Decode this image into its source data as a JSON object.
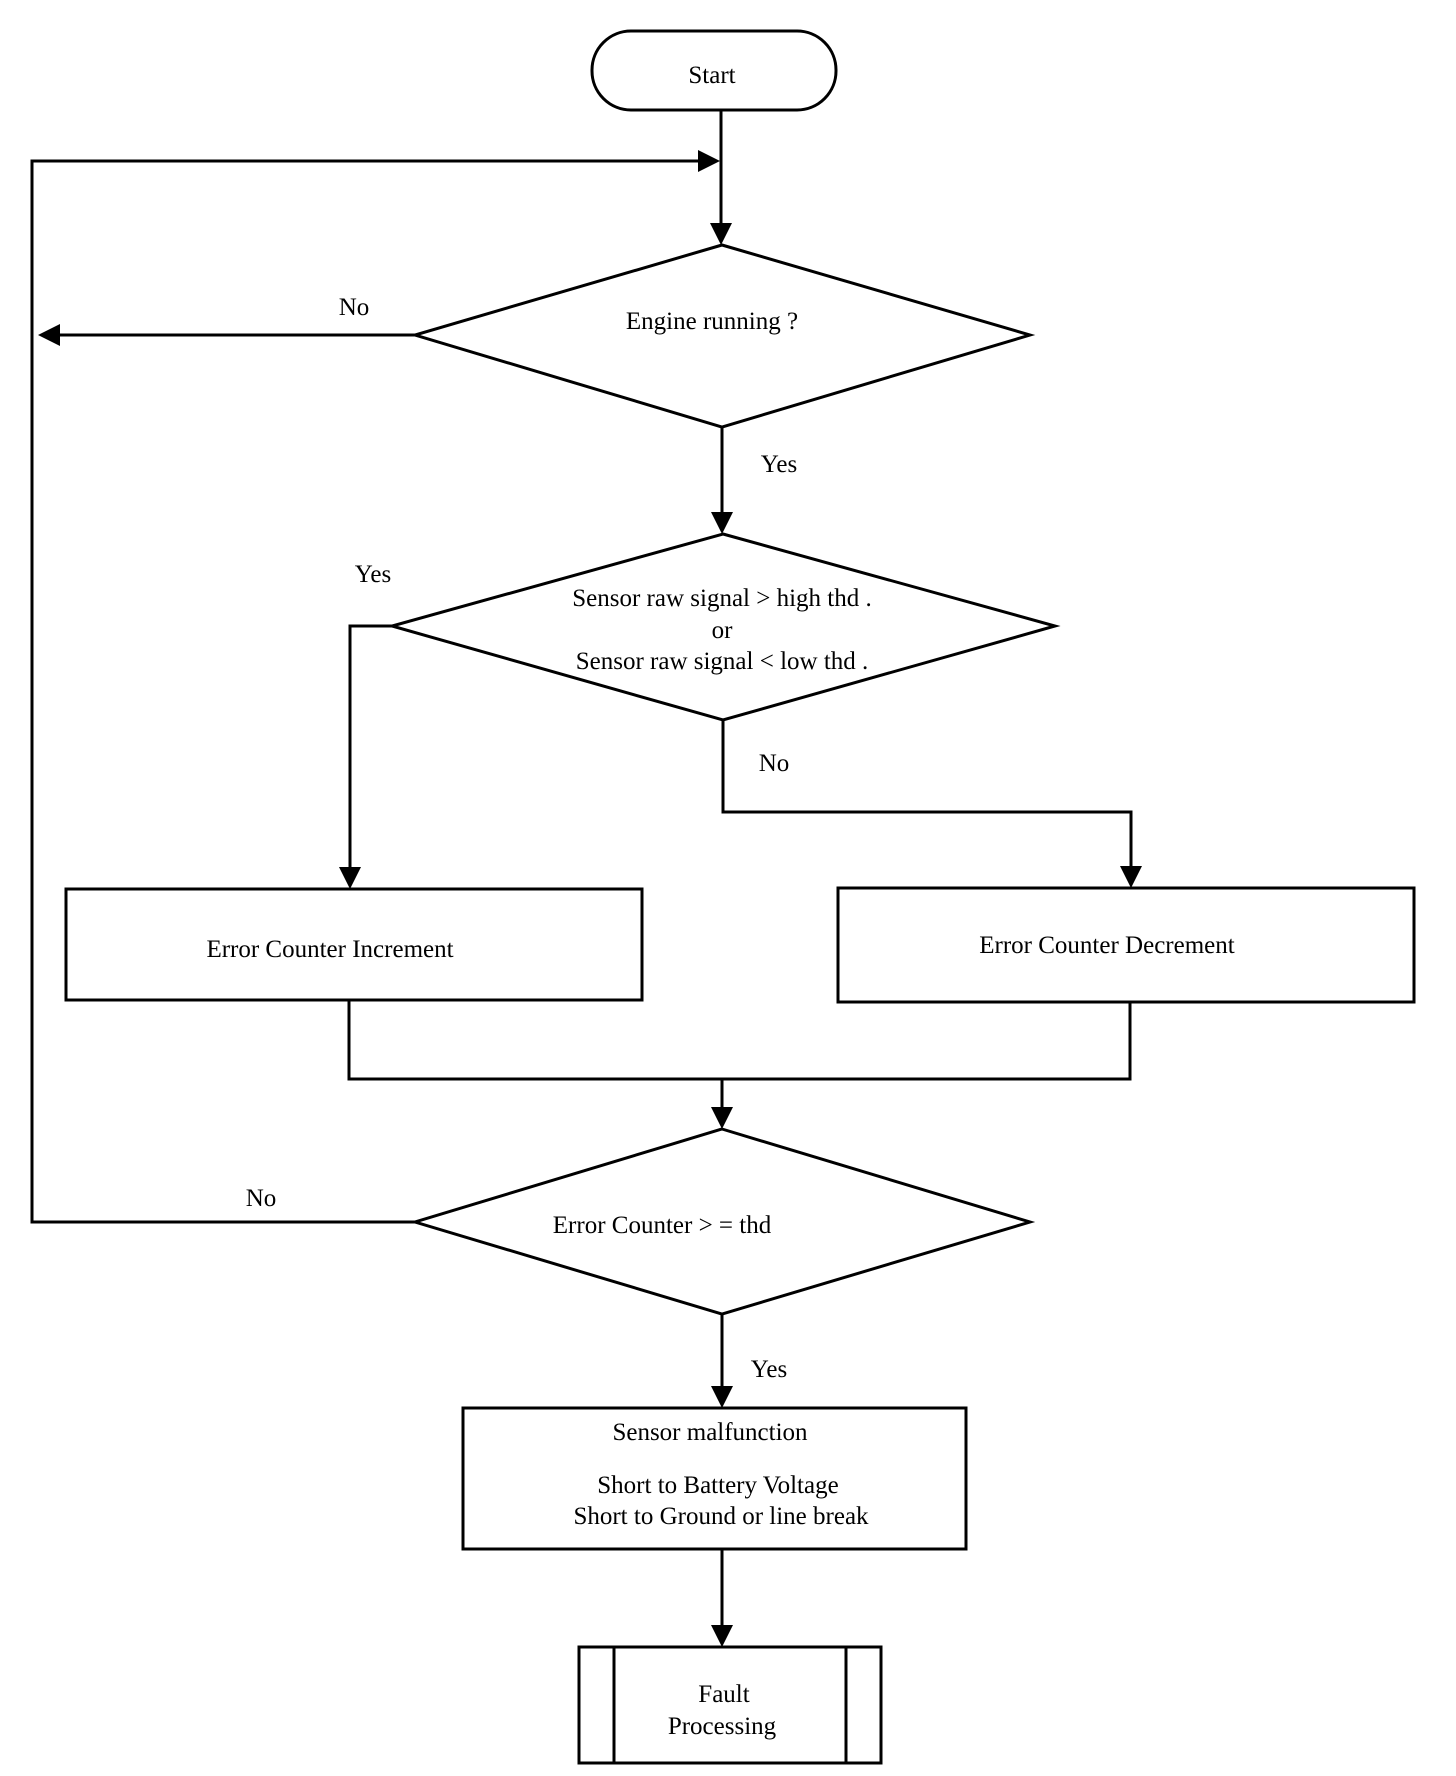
{
  "diagram": {
    "start": "Start",
    "engine_running": "Engine running ?",
    "sensor_check": {
      "line1": "Sensor raw signal > high thd     .",
      "line2": "or",
      "line3": "Sensor    raw signal < low thd  ."
    },
    "increment": "Error Counter Increment",
    "decrement": "Error Counter Decrement",
    "counter_check": "Error Counter > = thd",
    "malfunction": {
      "title": "Sensor malfunction",
      "line2": "Short to Battery Voltage",
      "line3": "Short to Ground or  line break"
    },
    "fault": {
      "line1": "Fault",
      "line2": "Processing"
    },
    "labels": {
      "engine_no": "No",
      "engine_yes": "Yes",
      "sensor_yes": "Yes",
      "sensor_no": "No",
      "counter_no": "No",
      "counter_yes": "Yes"
    }
  }
}
